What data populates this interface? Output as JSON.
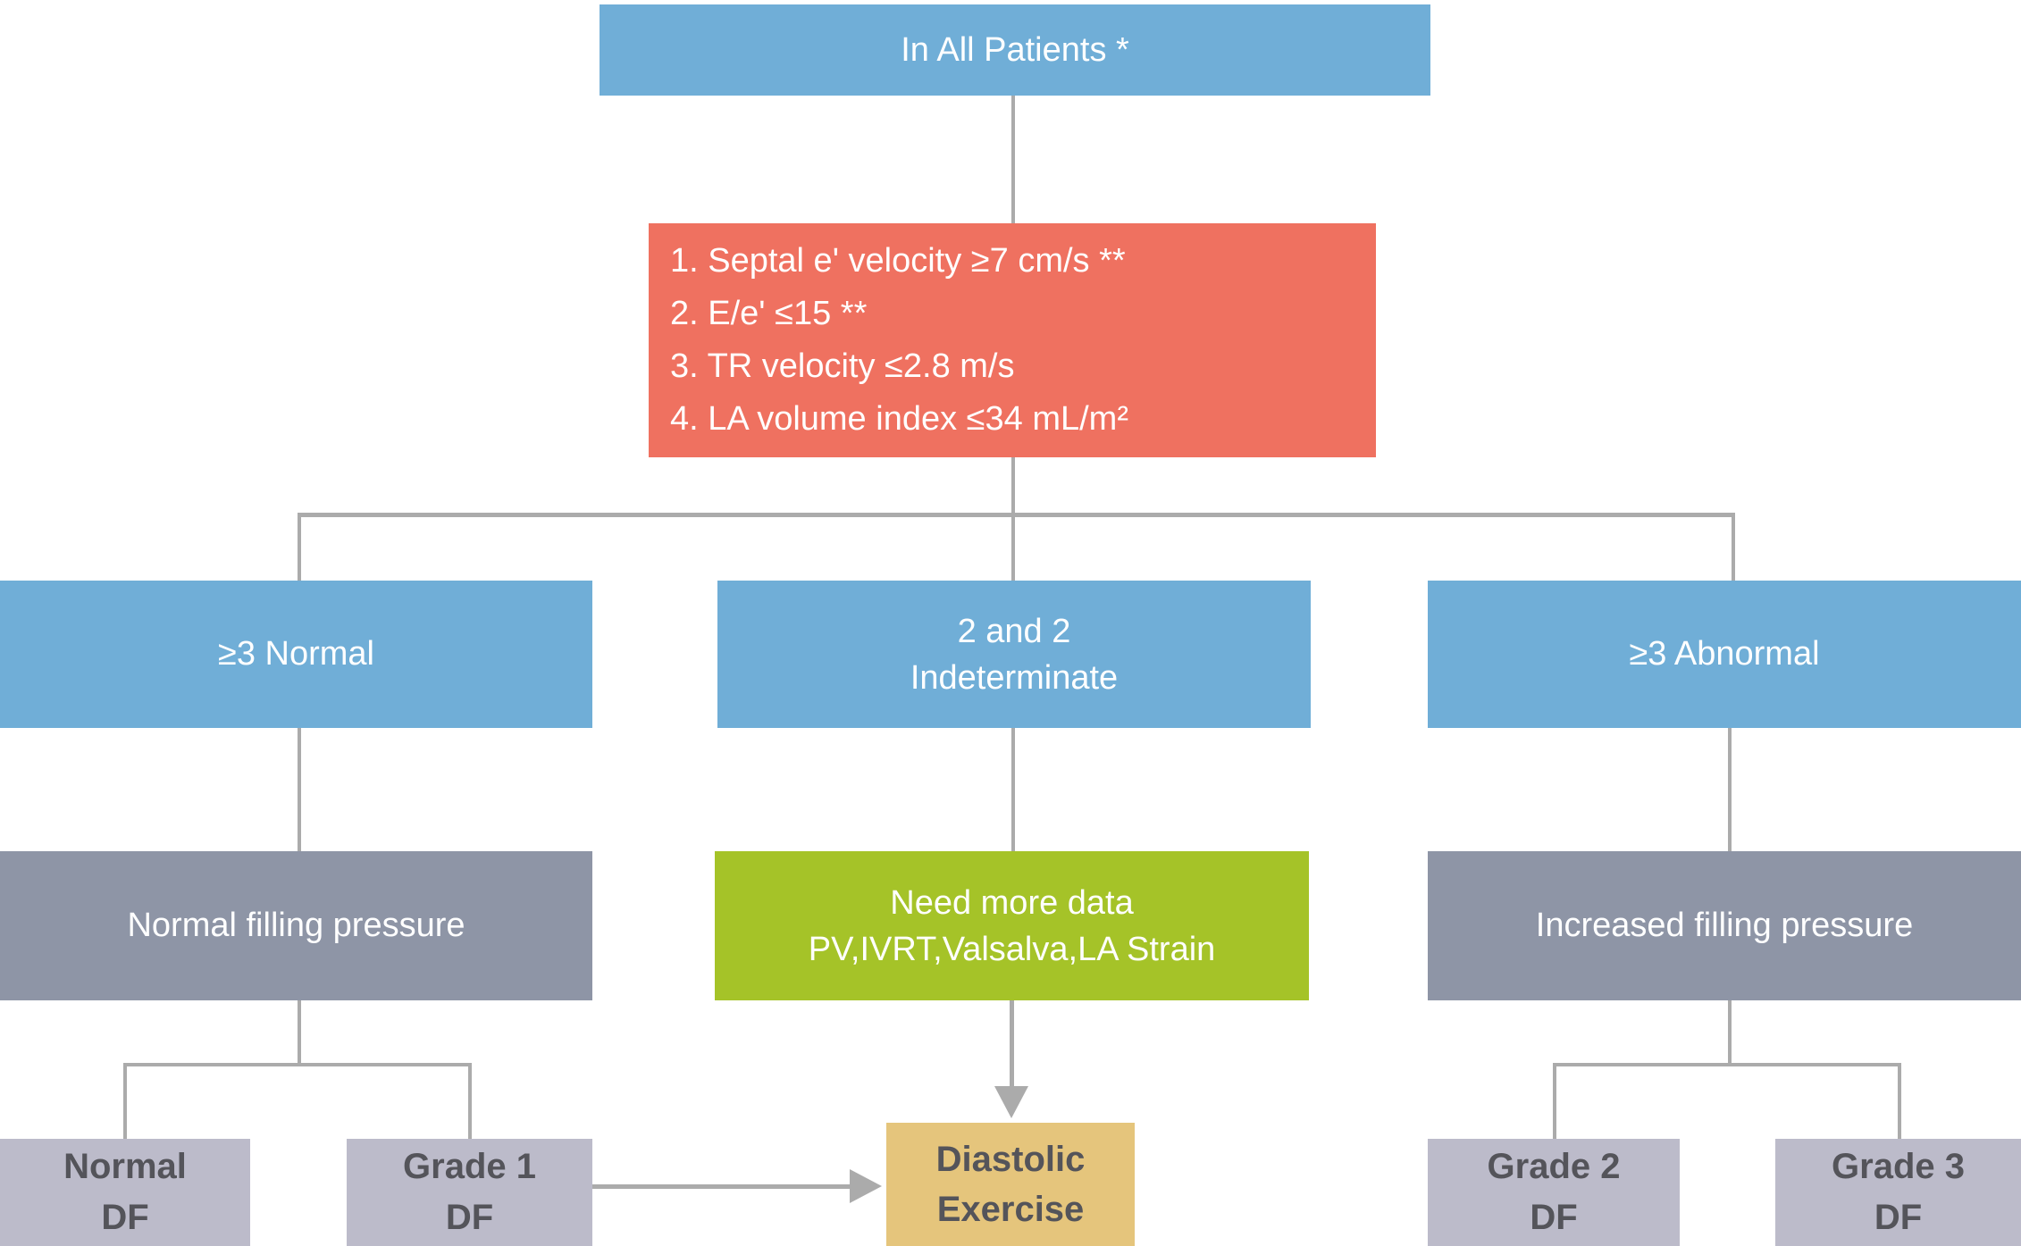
{
  "colors": {
    "blue": "#70aed7",
    "red": "#ef7160",
    "green": "#a5c328",
    "slate": "#8e95a6",
    "lavender": "#bcbbca",
    "tan": "#e5c57c",
    "line": "#ababab",
    "dark_text": "#54545a",
    "white_text": "#ffffff",
    "bg": "#ffffff"
  },
  "flowchart": {
    "root_node": "In All Patients *",
    "criteria_node": {
      "lines": [
        "1. Septal e' velocity ≥7 cm/s **",
        "2. E/e' ≤15 **",
        "3. TR velocity ≤2.8 m/s",
        "4. LA volume index ≤34 mL/m²"
      ]
    },
    "branches": [
      {
        "condition": "≥3 Normal",
        "assessment": "Normal filling pressure",
        "grades": [
          "Normal\nDF",
          "Grade 1\nDF"
        ]
      },
      {
        "condition": "2 and 2\nIndeterminate",
        "assessment": "Need more data\nPV,IVRT,Valsalva,LA Strain",
        "followup": "Diastolic\nExercise"
      },
      {
        "condition": "≥3 Abnormal",
        "assessment": "Increased filling pressure",
        "grades": [
          "Grade 2\nDF",
          "Grade 3\nDF"
        ]
      }
    ]
  }
}
